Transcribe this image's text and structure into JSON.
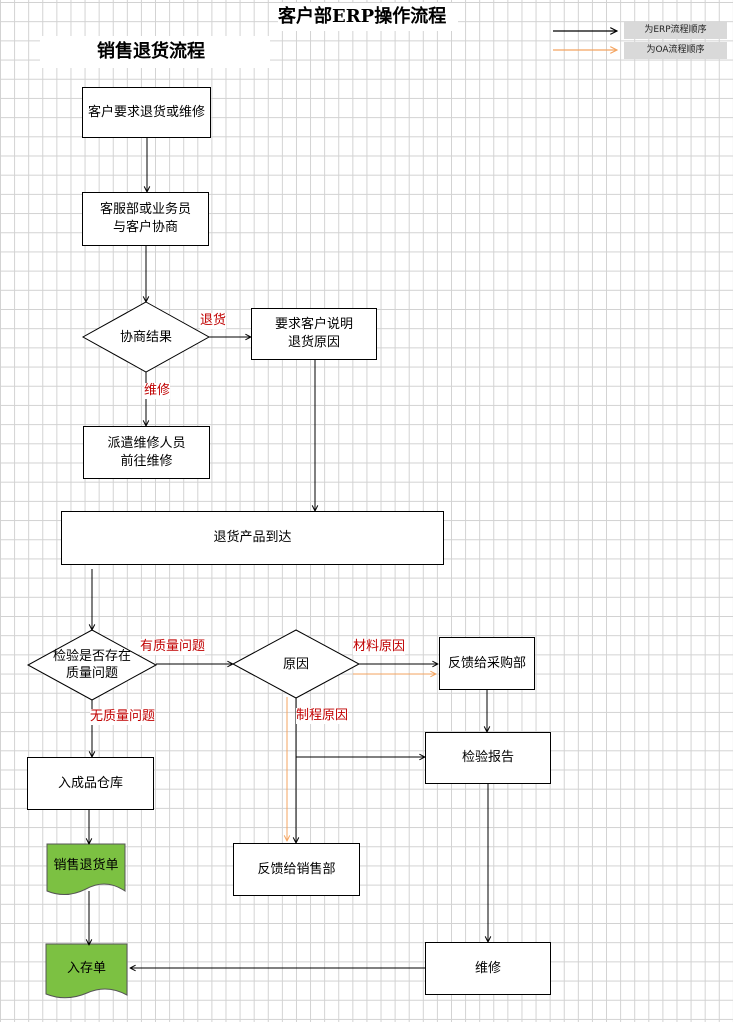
{
  "title": "客户部ERP操作流程",
  "subtitle": "销售退货流程",
  "legend": [
    {
      "label": "为ERP流程顺序",
      "color": "#000000"
    },
    {
      "label": "为OA流程顺序",
      "color": "#f4a460"
    }
  ],
  "nodes": {
    "customer_request": "客户要求退货或维修",
    "negotiate": "客服部或业务员\n与客户协商",
    "negotiation_result": "协商结果",
    "explain_reason": "要求客户说明\n退货原因",
    "dispatch_repair": "派遣维修人员\n前往维修",
    "return_arrival": "退货产品到达",
    "quality_check": "检验是否存在\n质量问题",
    "cause": "原因",
    "feedback_purchasing": "反馈给采购部",
    "inspection_report": "检验报告",
    "finished_warehouse": "入成品仓库",
    "feedback_sales": "反馈给销售部",
    "sales_return_doc": "销售退货单",
    "stock_in_doc": "入存单",
    "repair": "维修"
  },
  "edge_labels": {
    "return": "退货",
    "repair": "维修",
    "has_quality_issue": "有质量问题",
    "no_quality_issue": "无质量问题",
    "material_cause": "材料原因",
    "process_cause": "制程原因"
  },
  "colors": {
    "erp_flow": "#000000",
    "oa_flow": "#f4a460",
    "label_red": "#c00000",
    "document_fill": "#7cc142"
  }
}
